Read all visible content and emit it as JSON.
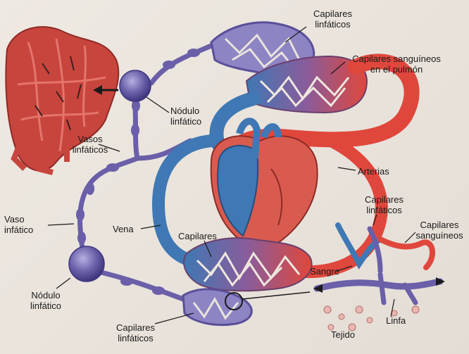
{
  "labels": {
    "capilares_linfaticos_top": "Capilares\nlinfáticos",
    "capilares_sanguineos_pulmon": "Capilares sanguíneos\nen el pulmón",
    "nodulo_linfatico_top": "Nódulo\nlinfático",
    "vasos_linfaticos": "Vasos\nlinfáticos",
    "arterias": "Arterias",
    "capilares_linfaticos_right": "Capilares\nlinfáticos",
    "capilares_sanguineos_right": "Capilares\nsanguíneos",
    "vaso_linfatico": "Vaso\ninfático",
    "vena": "Vena",
    "capilares": "Capilares",
    "sangre": "Sangre",
    "nodulo_linfatico_bottom": "Nódulo\nlinfático",
    "linfa": "Linfa",
    "capilares_linfaticos_bottom": "Capilares\nlinfáticos",
    "tejido": "Tejido"
  },
  "colors": {
    "artery": "#e0473c",
    "vein": "#3f78b4",
    "lymph": "#6a5fa8",
    "node": "#5a4f9a"
  }
}
